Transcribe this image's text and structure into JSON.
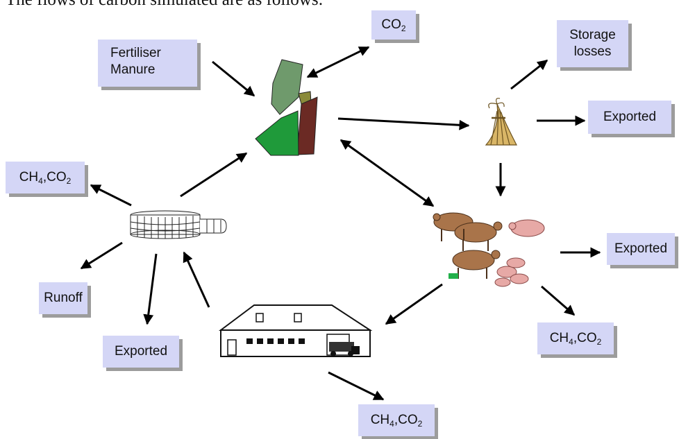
{
  "intro_text": "The flows of carbon simulated are as follows:",
  "nodes": {
    "fertiliser": "Fertiliser\nManure",
    "co2_top": {
      "main": "CO",
      "sub": "2"
    },
    "storage": "Storage\nlosses",
    "exported_feed": "Exported",
    "exported_animals": "Exported",
    "exported_store": "Exported",
    "runoff": "Runoff",
    "ch4co2_left": {
      "a": "CH",
      "a_sub": "4",
      "b": ",CO",
      "b_sub": "2"
    },
    "ch4co2_animals": {
      "a": "CH",
      "a_sub": "4",
      "b": ",CO",
      "b_sub": "2"
    },
    "ch4co2_house": {
      "a": "CH",
      "a_sub": "4",
      "b": ",CO",
      "b_sub": "2"
    }
  },
  "colors": {
    "box_fill": "#d4d6f6",
    "box_shadow": "#9c9c9c",
    "field_green_dark": "#6f9a6c",
    "field_green_bright": "#1f9a3a",
    "field_brown": "#6b2a24",
    "field_olive": "#8a8a3a",
    "cow": "#a9744a",
    "pig": "#e7a9a6",
    "straw": "#d9b667"
  },
  "icons": [
    "field-icon",
    "haystack-icon",
    "livestock-icon",
    "manure-tank-icon",
    "animal-house-icon"
  ]
}
